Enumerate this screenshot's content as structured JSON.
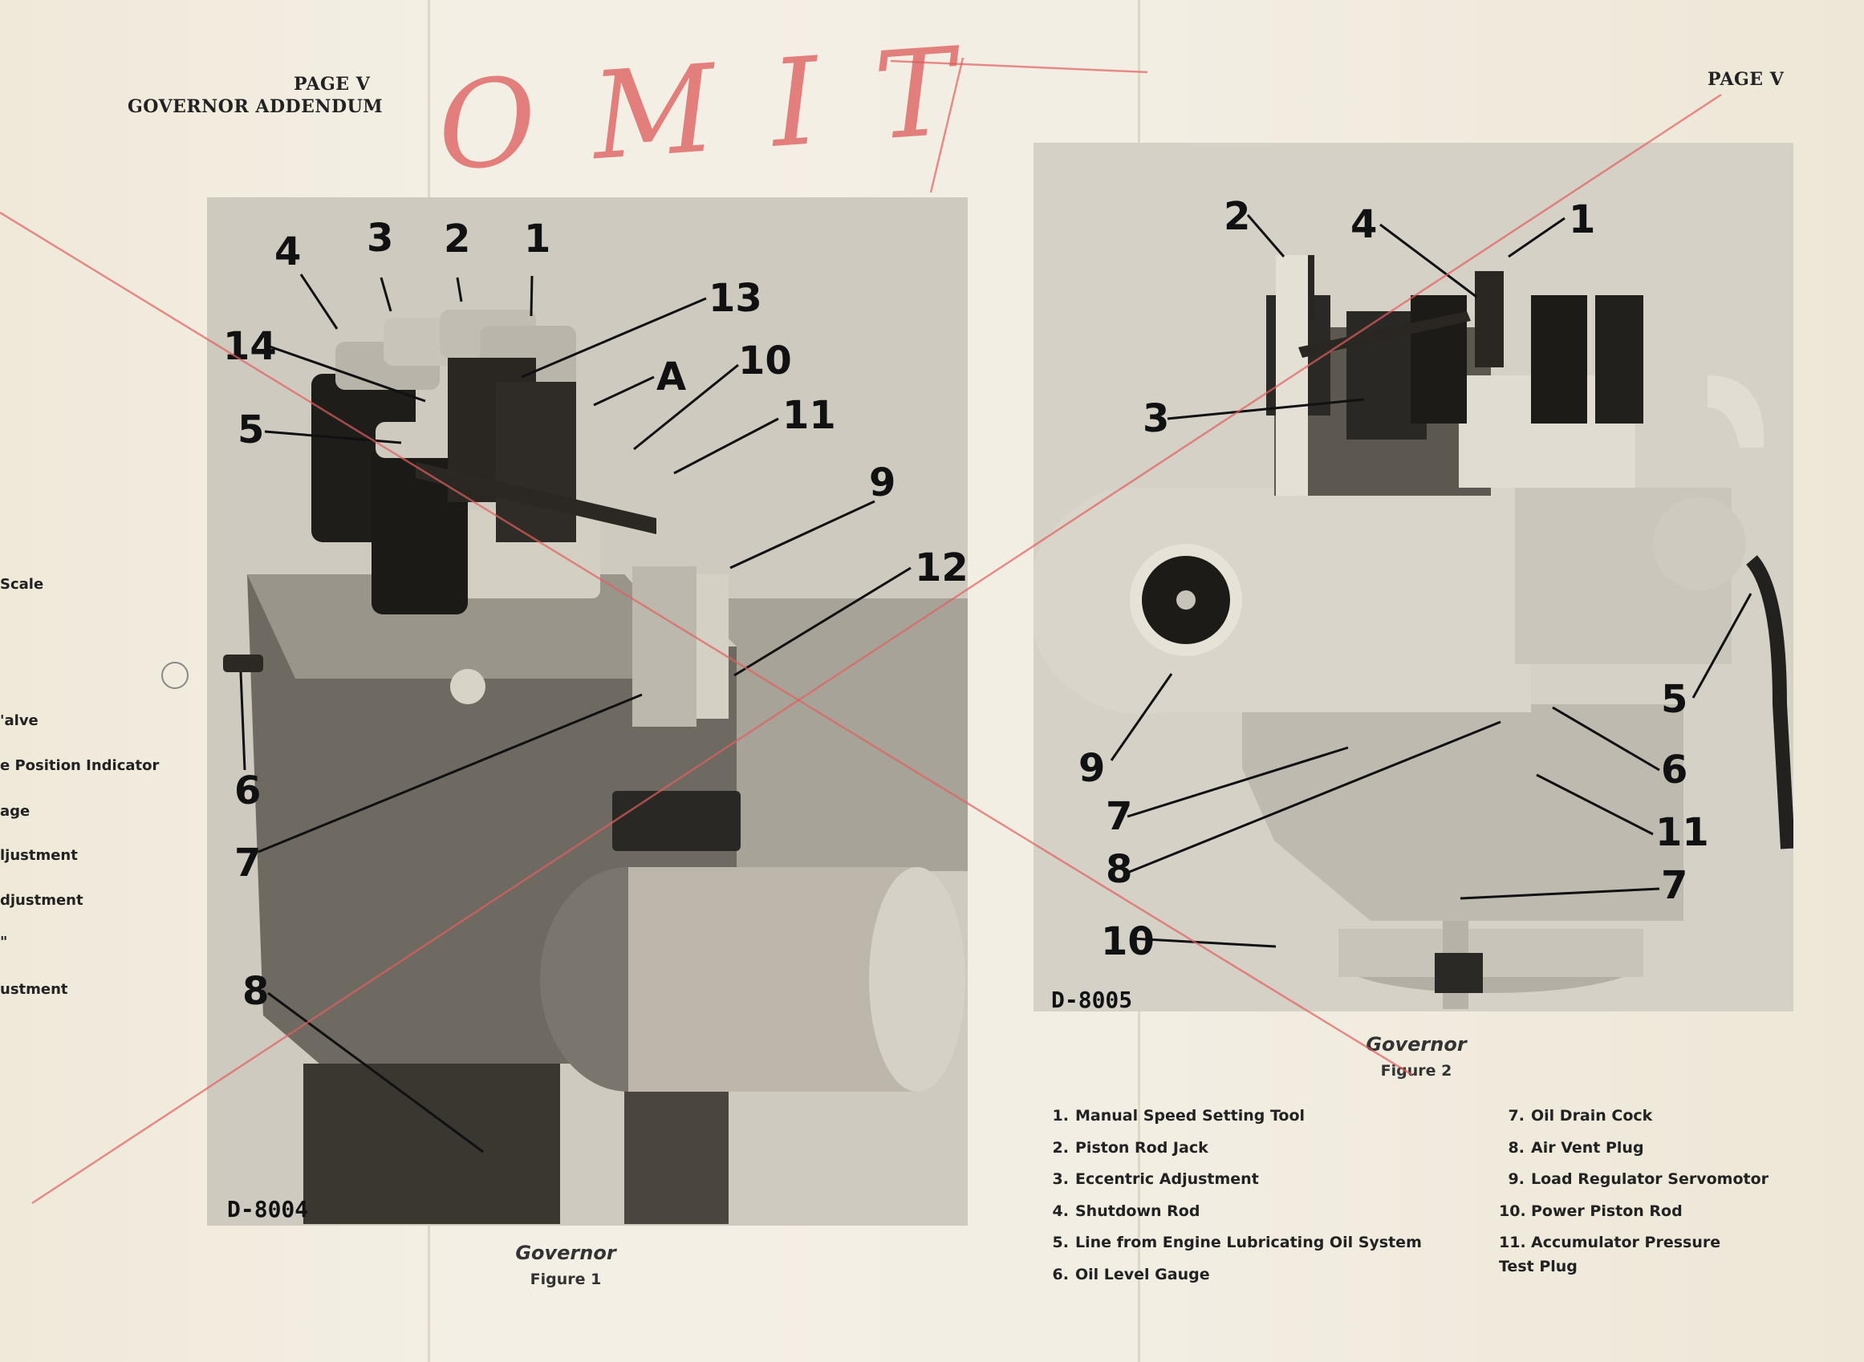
{
  "left_page": {
    "page_label": "PAGE V",
    "section_title": "GOVERNOR ADDENDUM",
    "margin_fragments": [
      "Scale",
      "'alve",
      "e Position Indicator",
      "age",
      "ljustment",
      "djustment",
      "\"",
      "ustment"
    ],
    "figure": {
      "plate_id": "D-8004",
      "title": "Governor",
      "number": "Figure 1",
      "callouts": [
        "4",
        "3",
        "2",
        "1",
        "13",
        "14",
        "A",
        "10",
        "5",
        "11",
        "9",
        "12",
        "6",
        "7",
        "8"
      ]
    }
  },
  "right_page": {
    "page_label": "PAGE V",
    "figure": {
      "plate_id": "D-8005",
      "title": "Governor",
      "number": "Figure 2",
      "callouts": [
        "2",
        "4",
        "1",
        "3",
        "5",
        "9",
        "6",
        "7",
        "11",
        "8",
        "7",
        "10"
      ]
    },
    "legend_left": [
      {
        "num": "1.",
        "text": "Manual Speed Setting Tool"
      },
      {
        "num": "2.",
        "text": "Piston Rod Jack"
      },
      {
        "num": "3.",
        "text": "Eccentric Adjustment"
      },
      {
        "num": "4.",
        "text": "Shutdown Rod"
      },
      {
        "num": "5.",
        "text": "Line from Engine Lubricating Oil System"
      },
      {
        "num": "6.",
        "text": "Oil Level Gauge"
      }
    ],
    "legend_right": [
      {
        "num": "7.",
        "text": "Oil Drain Cock"
      },
      {
        "num": "8.",
        "text": "Air Vent Plug"
      },
      {
        "num": "9.",
        "text": "Load Regulator Servomotor"
      },
      {
        "num": "10.",
        "text": "Power Piston Rod"
      },
      {
        "num": "11.",
        "text": "Accumulator Pressure",
        "cont": "Test Plug"
      }
    ]
  },
  "annotation": {
    "handwritten": "OMIT",
    "color": "#e06a6a"
  }
}
